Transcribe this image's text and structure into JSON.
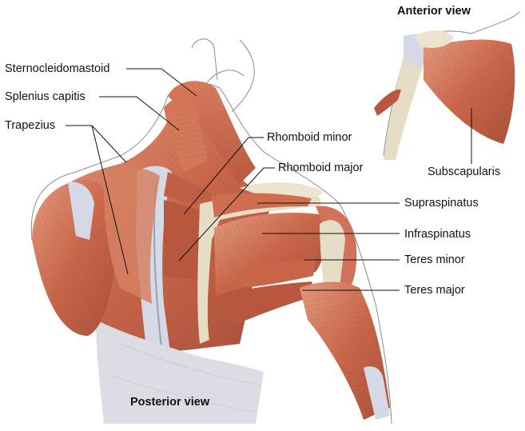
{
  "views": {
    "posterior": "Posterior view",
    "anterior": "Anterior view"
  },
  "labels": {
    "sternocleidomastoid": "Sternocleidomastoid",
    "splenius_capitis": "Splenius capitis",
    "trapezius": "Trapezius",
    "rhomboid_minor": "Rhomboid minor",
    "rhomboid_major": "Rhomboid major",
    "supraspinatus": "Supraspinatus",
    "infraspinatus": "Infraspinatus",
    "teres_minor": "Teres minor",
    "teres_major": "Teres major",
    "subscapularis": "Subscapularis"
  },
  "colors": {
    "muscle": "#c9664a",
    "muscle_light": "#e39a7c",
    "muscle_dark": "#9c4330",
    "tendon": "#d5d9e6",
    "bone": "#e6ddc6",
    "skin_outline": "#8a8a8a",
    "leader_line": "#111111"
  }
}
